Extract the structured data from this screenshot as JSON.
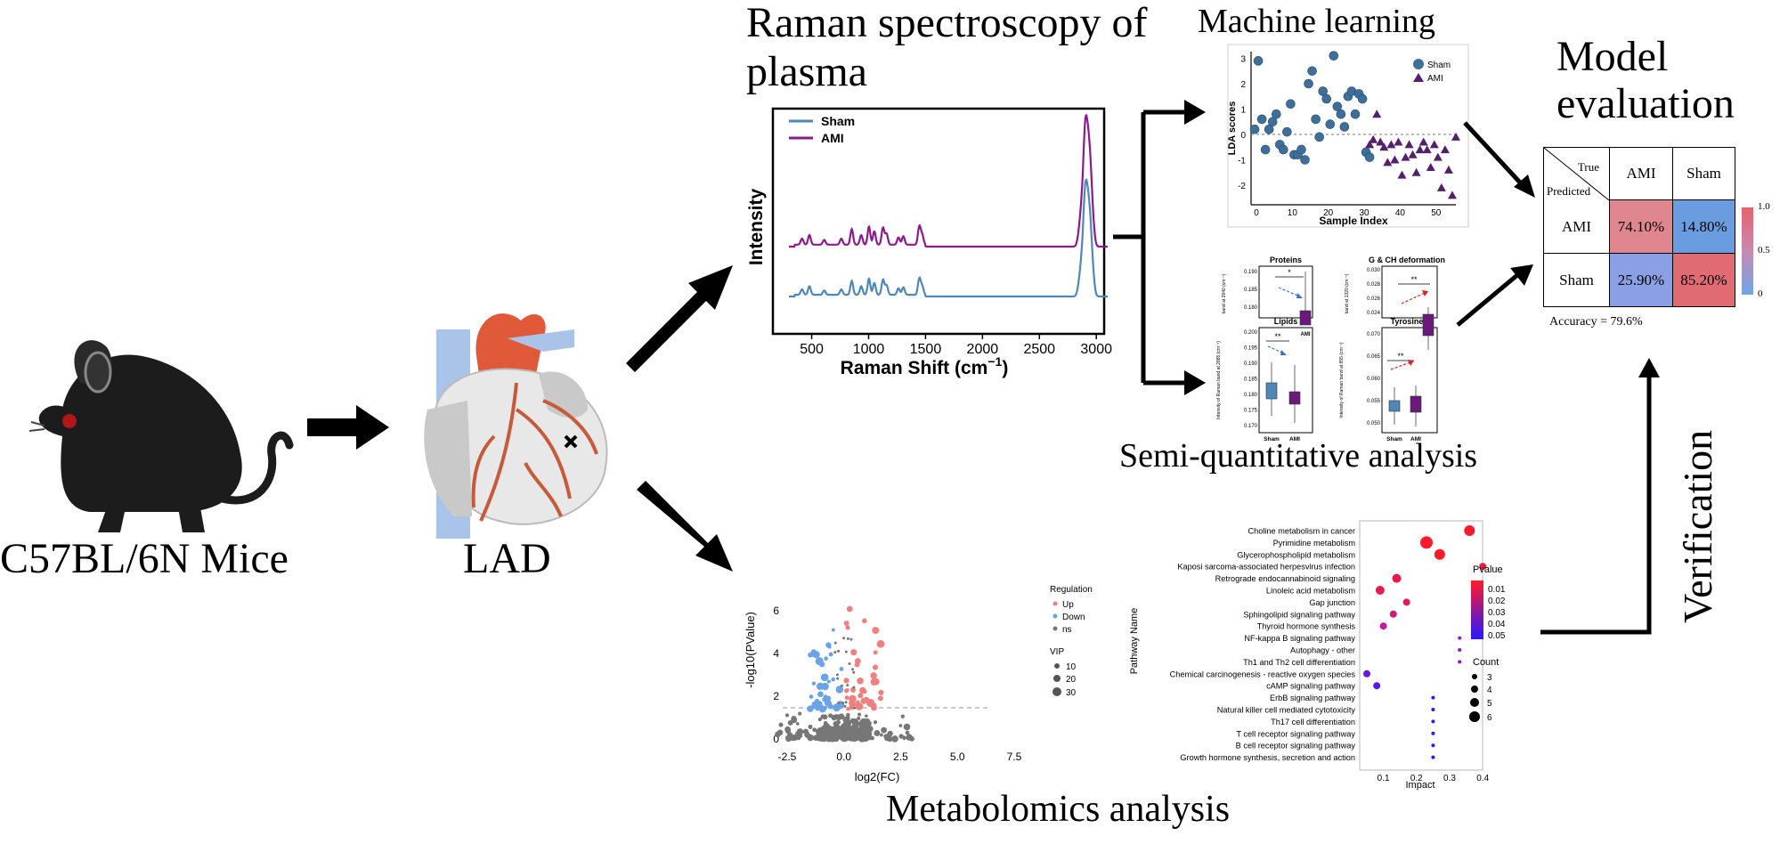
{
  "labels": {
    "mice": "C57BL/6N Mice",
    "lad": "LAD",
    "raman_title": "Raman spectroscopy of plasma",
    "ml_title": "Machine learning",
    "model_eval": "Model evaluation",
    "semi_quant": "Semi-quantitative analysis",
    "metabolomics": "Metabolomics analysis",
    "verification": "Verification"
  },
  "colors": {
    "sham": "#4f87b8",
    "ami": "#8b1a8e",
    "lda_sham": "#3d6f9a",
    "lda_ami": "#55206b",
    "heart_red": "#e05a3a",
    "heart_blue": "#a9c4e8",
    "volcano_up": "#f08080",
    "volcano_down": "#6aa3e8",
    "volcano_ns": "#777777"
  },
  "raman": {
    "ylabel": "Intensity",
    "xlabel": "Raman Shift (cm",
    "xlabel_sup": "−1",
    "xlabel_end": ")",
    "legend": [
      "Sham",
      "AMI"
    ],
    "xticks": [
      "500",
      "1000",
      "1500",
      "2000",
      "2500",
      "3000"
    ]
  },
  "lda": {
    "ylabel": "LDA scores",
    "xlabel": "Sample Index",
    "legend": [
      "Sham",
      "AMI"
    ],
    "xticks": [
      "0",
      "10",
      "20",
      "30",
      "40",
      "50"
    ],
    "yticks": [
      "3",
      "2",
      "1",
      "0",
      "-1",
      "-2"
    ]
  },
  "confusion": {
    "true_label": "True",
    "pred_label": "Predicted",
    "cols": [
      "AMI",
      "Sham"
    ],
    "rows": [
      "AMI",
      "Sham"
    ],
    "cells": [
      [
        "74.10%",
        "14.80%"
      ],
      [
        "25.90%",
        "85.20%"
      ]
    ],
    "colorbar": [
      "1.0",
      "0.5",
      "0"
    ],
    "accuracy": "Accuracy = 79.6%"
  },
  "semiquant": {
    "proteins": "Proteins",
    "lipids": "Lipids",
    "gch": "G & CH deformation",
    "tyrosine": "Tyrosine",
    "sig1": "*",
    "sig2": "**",
    "sig3": "**",
    "sig4": "**",
    "group_sham": "Sham",
    "group_ami": "AMI",
    "ylab_left": "Intensity of Raman band at 2885 (cm⁻¹)",
    "ylab_left_top": "band at 2940 (cm⁻¹)",
    "ylab_right": "Intensity of Raman band at 855 (cm⁻¹)",
    "ylab_right_top": "band at 1320 (cm⁻¹)",
    "lipid_ticks": [
      "0.200",
      "0.195",
      "0.190",
      "0.185",
      "0.180",
      "0.175",
      "0.170"
    ],
    "protein_ticks": [
      "0.190",
      "0.185",
      "0.180"
    ],
    "tyr_ticks": [
      "0.070",
      "0.065",
      "0.060",
      "0.055",
      "0.050"
    ],
    "gch_ticks": [
      "0.030",
      "0.028",
      "0.026",
      "0.024"
    ]
  },
  "volcano": {
    "ylabel": "-log10(PValue)",
    "xlabel": "log2(FC)",
    "yticks": [
      "6",
      "4",
      "2",
      "0"
    ],
    "xticks": [
      "-2.5",
      "0.0",
      "2.5",
      "5.0",
      "7.5"
    ],
    "legend_title": "Regulation",
    "legend": [
      "Up",
      "Down",
      "ns"
    ],
    "vip_title": "VIP",
    "vip": [
      "10",
      "20",
      "30"
    ]
  },
  "pathway": {
    "ylabel": "Pathway Name",
    "xlabel": "Impact",
    "xticks": [
      "0.1",
      "0.2",
      "0.3",
      "0.4"
    ],
    "names": [
      "Choline metabolism in cancer",
      "Pyrimidine metabolism",
      "Glycerophospholipid metabolism",
      "Kaposi sarcoma-associated herpesvirus infection",
      "Retrograde endocannabinoid signaling",
      "Linoleic acid metabolism",
      "Gap junction",
      "Sphingolipid signaling pathway",
      "Thyroid hormone synthesis",
      "NF-kappa B signaling pathway",
      "Autophagy - other",
      "Th1 and Th2 cell differentiation",
      "Chemical carcinogenesis - reactive oxygen species",
      "cAMP signaling pathway",
      "ErbB signaling pathway",
      "Natural killer cell mediated cytotoxicity",
      "Th17 cell differentiation",
      "T cell receptor signaling pathway",
      "B cell receptor signaling pathway",
      "Growth hormone synthesis, secretion and action"
    ],
    "pvalue_title": "Pvalue",
    "pvalue_ticks": [
      "0.01",
      "0.02",
      "0.03",
      "0.04",
      "0.05"
    ],
    "count_title": "Count",
    "counts": [
      "3",
      "4",
      "5",
      "6"
    ]
  }
}
